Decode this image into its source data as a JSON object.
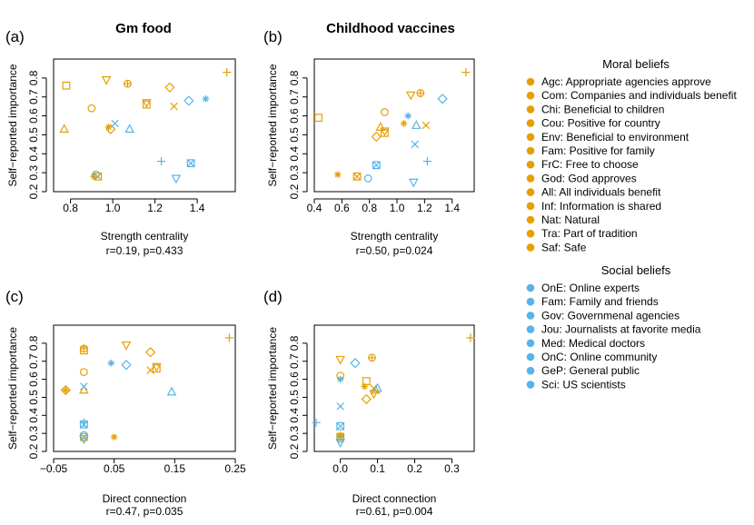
{
  "colors": {
    "moral": "#E69F00",
    "social": "#56B4E9"
  },
  "legend": {
    "moral_title": "Moral beliefs",
    "moral": [
      "Agc: Appropriate agencies approve",
      "Com: Companies and individuals benefit",
      "Chi: Beneficial to children",
      "Cou: Positive for country",
      "Env: Beneficial to environment",
      "Fam: Positive for family",
      "FrC: Free to choose",
      "God: God approves",
      "All: All individuals benefit",
      "Inf: Information is shared",
      "Nat: Natural",
      "Tra: Part of tradition",
      "Saf: Safe"
    ],
    "social_title": "Social beliefs",
    "social": [
      "OnE: Online experts",
      "Fam: Family and friends",
      "Gov: Governmenal agencies",
      "Jou: Journalists at favorite media",
      "Med: Medical doctors",
      "OnC: Online community",
      "GeP: General public",
      "Sci: US scientists"
    ]
  },
  "chart_data": [
    {
      "panel": "(a)",
      "title": "Gm food",
      "type": "scatter",
      "xlabel": "Strength centrality",
      "ylabel": "Self−reported importance",
      "stat": "r=0.19, p=0.433",
      "xlim": [
        0.72,
        1.58
      ],
      "ylim": [
        0.2,
        0.9
      ],
      "xticks": [
        "0.8",
        "1.0",
        "1.2",
        "1.4"
      ],
      "xtick_values": [
        0.8,
        1.0,
        1.2,
        1.4
      ],
      "yticks": [
        "0.2",
        "0.3",
        "0.4",
        "0.5",
        "0.6",
        "0.7",
        "0.8"
      ],
      "ytick_values": [
        0.2,
        0.3,
        0.4,
        0.5,
        0.6,
        0.7,
        0.8
      ],
      "points": [
        {
          "g": "m",
          "s": "sq",
          "x": 0.78,
          "y": 0.76
        },
        {
          "g": "m",
          "s": "dtri",
          "x": 0.97,
          "y": 0.79
        },
        {
          "g": "m",
          "s": "circp",
          "x": 1.07,
          "y": 0.77
        },
        {
          "g": "m",
          "s": "dia",
          "x": 1.27,
          "y": 0.75
        },
        {
          "g": "m",
          "s": "circ",
          "x": 0.9,
          "y": 0.64
        },
        {
          "g": "m",
          "s": "tri",
          "x": 0.77,
          "y": 0.53
        },
        {
          "g": "m",
          "s": "dia",
          "x": 0.99,
          "y": 0.53
        },
        {
          "g": "m",
          "s": "star",
          "x": 0.98,
          "y": 0.54
        },
        {
          "g": "m",
          "s": "sq",
          "x": 1.16,
          "y": 0.66
        },
        {
          "g": "m",
          "s": "dtri",
          "x": 1.16,
          "y": 0.67
        },
        {
          "g": "m",
          "s": "x",
          "x": 1.29,
          "y": 0.65
        },
        {
          "g": "m",
          "s": "plus",
          "x": 1.54,
          "y": 0.83
        },
        {
          "g": "m",
          "s": "star",
          "x": 0.91,
          "y": 0.28
        },
        {
          "g": "m",
          "s": "sqx",
          "x": 0.93,
          "y": 0.28
        },
        {
          "g": "s",
          "s": "x",
          "x": 1.01,
          "y": 0.56
        },
        {
          "g": "s",
          "s": "tri",
          "x": 1.08,
          "y": 0.53
        },
        {
          "g": "s",
          "s": "dia",
          "x": 1.36,
          "y": 0.68
        },
        {
          "g": "s",
          "s": "star",
          "x": 1.44,
          "y": 0.69
        },
        {
          "g": "s",
          "s": "plus",
          "x": 1.23,
          "y": 0.36
        },
        {
          "g": "s",
          "s": "sqx",
          "x": 1.37,
          "y": 0.35
        },
        {
          "g": "s",
          "s": "dtri",
          "x": 1.3,
          "y": 0.27
        },
        {
          "g": "s",
          "s": "circ",
          "x": 0.92,
          "y": 0.29
        }
      ]
    },
    {
      "panel": "(b)",
      "title": "Childhood vaccines",
      "type": "scatter",
      "xlabel": "Strength centrality",
      "ylabel": "Self−reported importance",
      "stat": "r=0.50, p=0.024",
      "xlim": [
        0.4,
        1.56
      ],
      "ylim": [
        0.2,
        0.9
      ],
      "xticks": [
        "0.4",
        "0.6",
        "0.8",
        "1.0",
        "1.2",
        "1.4"
      ],
      "xtick_values": [
        0.4,
        0.6,
        0.8,
        1.0,
        1.2,
        1.4
      ],
      "yticks": [
        "0.2",
        "0.3",
        "0.4",
        "0.5",
        "0.6",
        "0.7",
        "0.8"
      ],
      "ytick_values": [
        0.2,
        0.3,
        0.4,
        0.5,
        0.6,
        0.7,
        0.8
      ],
      "points": [
        {
          "g": "m",
          "s": "sq",
          "x": 0.43,
          "y": 0.59
        },
        {
          "g": "m",
          "s": "star",
          "x": 0.57,
          "y": 0.29
        },
        {
          "g": "m",
          "s": "sqx",
          "x": 0.71,
          "y": 0.28
        },
        {
          "g": "m",
          "s": "circ",
          "x": 0.91,
          "y": 0.62
        },
        {
          "g": "m",
          "s": "tri",
          "x": 0.88,
          "y": 0.54
        },
        {
          "g": "m",
          "s": "dia",
          "x": 0.85,
          "y": 0.49
        },
        {
          "g": "m",
          "s": "sq",
          "x": 0.91,
          "y": 0.51
        },
        {
          "g": "m",
          "s": "dtri",
          "x": 0.91,
          "y": 0.52
        },
        {
          "g": "m",
          "s": "dtri",
          "x": 1.1,
          "y": 0.71
        },
        {
          "g": "m",
          "s": "circp",
          "x": 1.17,
          "y": 0.72
        },
        {
          "g": "m",
          "s": "x",
          "x": 1.21,
          "y": 0.55
        },
        {
          "g": "m",
          "s": "star",
          "x": 1.05,
          "y": 0.56
        },
        {
          "g": "m",
          "s": "plus",
          "x": 1.5,
          "y": 0.83
        },
        {
          "g": "s",
          "s": "star",
          "x": 1.08,
          "y": 0.6
        },
        {
          "g": "s",
          "s": "tri",
          "x": 1.14,
          "y": 0.55
        },
        {
          "g": "s",
          "s": "dia",
          "x": 1.33,
          "y": 0.69
        },
        {
          "g": "s",
          "s": "x",
          "x": 1.13,
          "y": 0.45
        },
        {
          "g": "s",
          "s": "plus",
          "x": 1.22,
          "y": 0.36
        },
        {
          "g": "s",
          "s": "sqx",
          "x": 0.85,
          "y": 0.34
        },
        {
          "g": "s",
          "s": "circ",
          "x": 0.79,
          "y": 0.27
        },
        {
          "g": "s",
          "s": "dtri",
          "x": 1.12,
          "y": 0.25
        }
      ]
    },
    {
      "panel": "(c)",
      "type": "scatter",
      "xlabel": "Direct connection",
      "ylabel": "Self−reported importance",
      "stat": "r=0.47, p=0.035",
      "xlim": [
        -0.05,
        0.25
      ],
      "ylim": [
        0.2,
        0.9
      ],
      "xticks": [
        "−0.05",
        "0.05",
        "0.15",
        "0.25"
      ],
      "xtick_values": [
        -0.05,
        0.05,
        0.15,
        0.25
      ],
      "yticks": [
        "0.2",
        "0.3",
        "0.4",
        "0.5",
        "0.6",
        "0.7",
        "0.8"
      ],
      "ytick_values": [
        0.2,
        0.3,
        0.4,
        0.5,
        0.6,
        0.7,
        0.8
      ],
      "points": [
        {
          "g": "m",
          "s": "sq",
          "x": 0.0,
          "y": 0.76
        },
        {
          "g": "m",
          "s": "circp",
          "x": 0.0,
          "y": 0.77
        },
        {
          "g": "m",
          "s": "circ",
          "x": 0.0,
          "y": 0.64
        },
        {
          "g": "m",
          "s": "tri",
          "x": 0.0,
          "y": 0.54
        },
        {
          "g": "m",
          "s": "dia",
          "x": -0.03,
          "y": 0.54
        },
        {
          "g": "m",
          "s": "star",
          "x": -0.03,
          "y": 0.54
        },
        {
          "g": "m",
          "s": "sqx",
          "x": 0.0,
          "y": 0.28
        },
        {
          "g": "m",
          "s": "star",
          "x": 0.05,
          "y": 0.28
        },
        {
          "g": "m",
          "s": "dtri",
          "x": 0.07,
          "y": 0.79
        },
        {
          "g": "m",
          "s": "dia",
          "x": 0.11,
          "y": 0.75
        },
        {
          "g": "m",
          "s": "x",
          "x": 0.11,
          "y": 0.65
        },
        {
          "g": "m",
          "s": "sq",
          "x": 0.12,
          "y": 0.66
        },
        {
          "g": "m",
          "s": "dtri",
          "x": 0.12,
          "y": 0.67
        },
        {
          "g": "m",
          "s": "plus",
          "x": 0.24,
          "y": 0.83
        },
        {
          "g": "s",
          "s": "x",
          "x": 0.0,
          "y": 0.56
        },
        {
          "g": "s",
          "s": "plus",
          "x": 0.0,
          "y": 0.36
        },
        {
          "g": "s",
          "s": "sqx",
          "x": 0.0,
          "y": 0.35
        },
        {
          "g": "s",
          "s": "circ",
          "x": 0.0,
          "y": 0.29
        },
        {
          "g": "s",
          "s": "dtri",
          "x": 0.0,
          "y": 0.27
        },
        {
          "g": "s",
          "s": "star",
          "x": 0.045,
          "y": 0.69
        },
        {
          "g": "s",
          "s": "dia",
          "x": 0.07,
          "y": 0.68
        },
        {
          "g": "s",
          "s": "tri",
          "x": 0.145,
          "y": 0.53
        }
      ]
    },
    {
      "panel": "(d)",
      "type": "scatter",
      "xlabel": "Direct connection",
      "ylabel": "Self−reported importance",
      "stat": "r=0.61, p=0.004",
      "xlim": [
        -0.07,
        0.36
      ],
      "ylim": [
        0.2,
        0.9
      ],
      "xticks": [
        "0.0",
        "0.1",
        "0.2",
        "0.3"
      ],
      "xtick_values": [
        0.0,
        0.1,
        0.2,
        0.3
      ],
      "yticks": [
        "0.2",
        "0.3",
        "0.4",
        "0.5",
        "0.6",
        "0.7",
        "0.8"
      ],
      "ytick_values": [
        0.2,
        0.3,
        0.4,
        0.5,
        0.6,
        0.7,
        0.8
      ],
      "points": [
        {
          "g": "m",
          "s": "dtri",
          "x": 0.0,
          "y": 0.71
        },
        {
          "g": "m",
          "s": "circ",
          "x": 0.0,
          "y": 0.62
        },
        {
          "g": "m",
          "s": "star",
          "x": 0.0,
          "y": 0.29
        },
        {
          "g": "m",
          "s": "sqx",
          "x": 0.0,
          "y": 0.28
        },
        {
          "g": "m",
          "s": "circp",
          "x": 0.085,
          "y": 0.72
        },
        {
          "g": "m",
          "s": "sq",
          "x": 0.07,
          "y": 0.59
        },
        {
          "g": "m",
          "s": "star",
          "x": 0.065,
          "y": 0.56
        },
        {
          "g": "m",
          "s": "dia",
          "x": 0.07,
          "y": 0.49
        },
        {
          "g": "m",
          "s": "x",
          "x": 0.09,
          "y": 0.55
        },
        {
          "g": "m",
          "s": "dtri",
          "x": 0.09,
          "y": 0.52
        },
        {
          "g": "m",
          "s": "tri",
          "x": 0.095,
          "y": 0.54
        },
        {
          "g": "m",
          "s": "plus",
          "x": 0.35,
          "y": 0.83
        },
        {
          "g": "s",
          "s": "star",
          "x": 0.0,
          "y": 0.6
        },
        {
          "g": "s",
          "s": "x",
          "x": 0.0,
          "y": 0.45
        },
        {
          "g": "s",
          "s": "sqx",
          "x": 0.0,
          "y": 0.34
        },
        {
          "g": "s",
          "s": "circ",
          "x": 0.0,
          "y": 0.27
        },
        {
          "g": "s",
          "s": "dtri",
          "x": 0.0,
          "y": 0.25
        },
        {
          "g": "s",
          "s": "dia",
          "x": 0.04,
          "y": 0.69
        },
        {
          "g": "s",
          "s": "tri",
          "x": 0.1,
          "y": 0.55
        },
        {
          "g": "s",
          "s": "plus",
          "x": -0.065,
          "y": 0.36
        }
      ]
    }
  ]
}
